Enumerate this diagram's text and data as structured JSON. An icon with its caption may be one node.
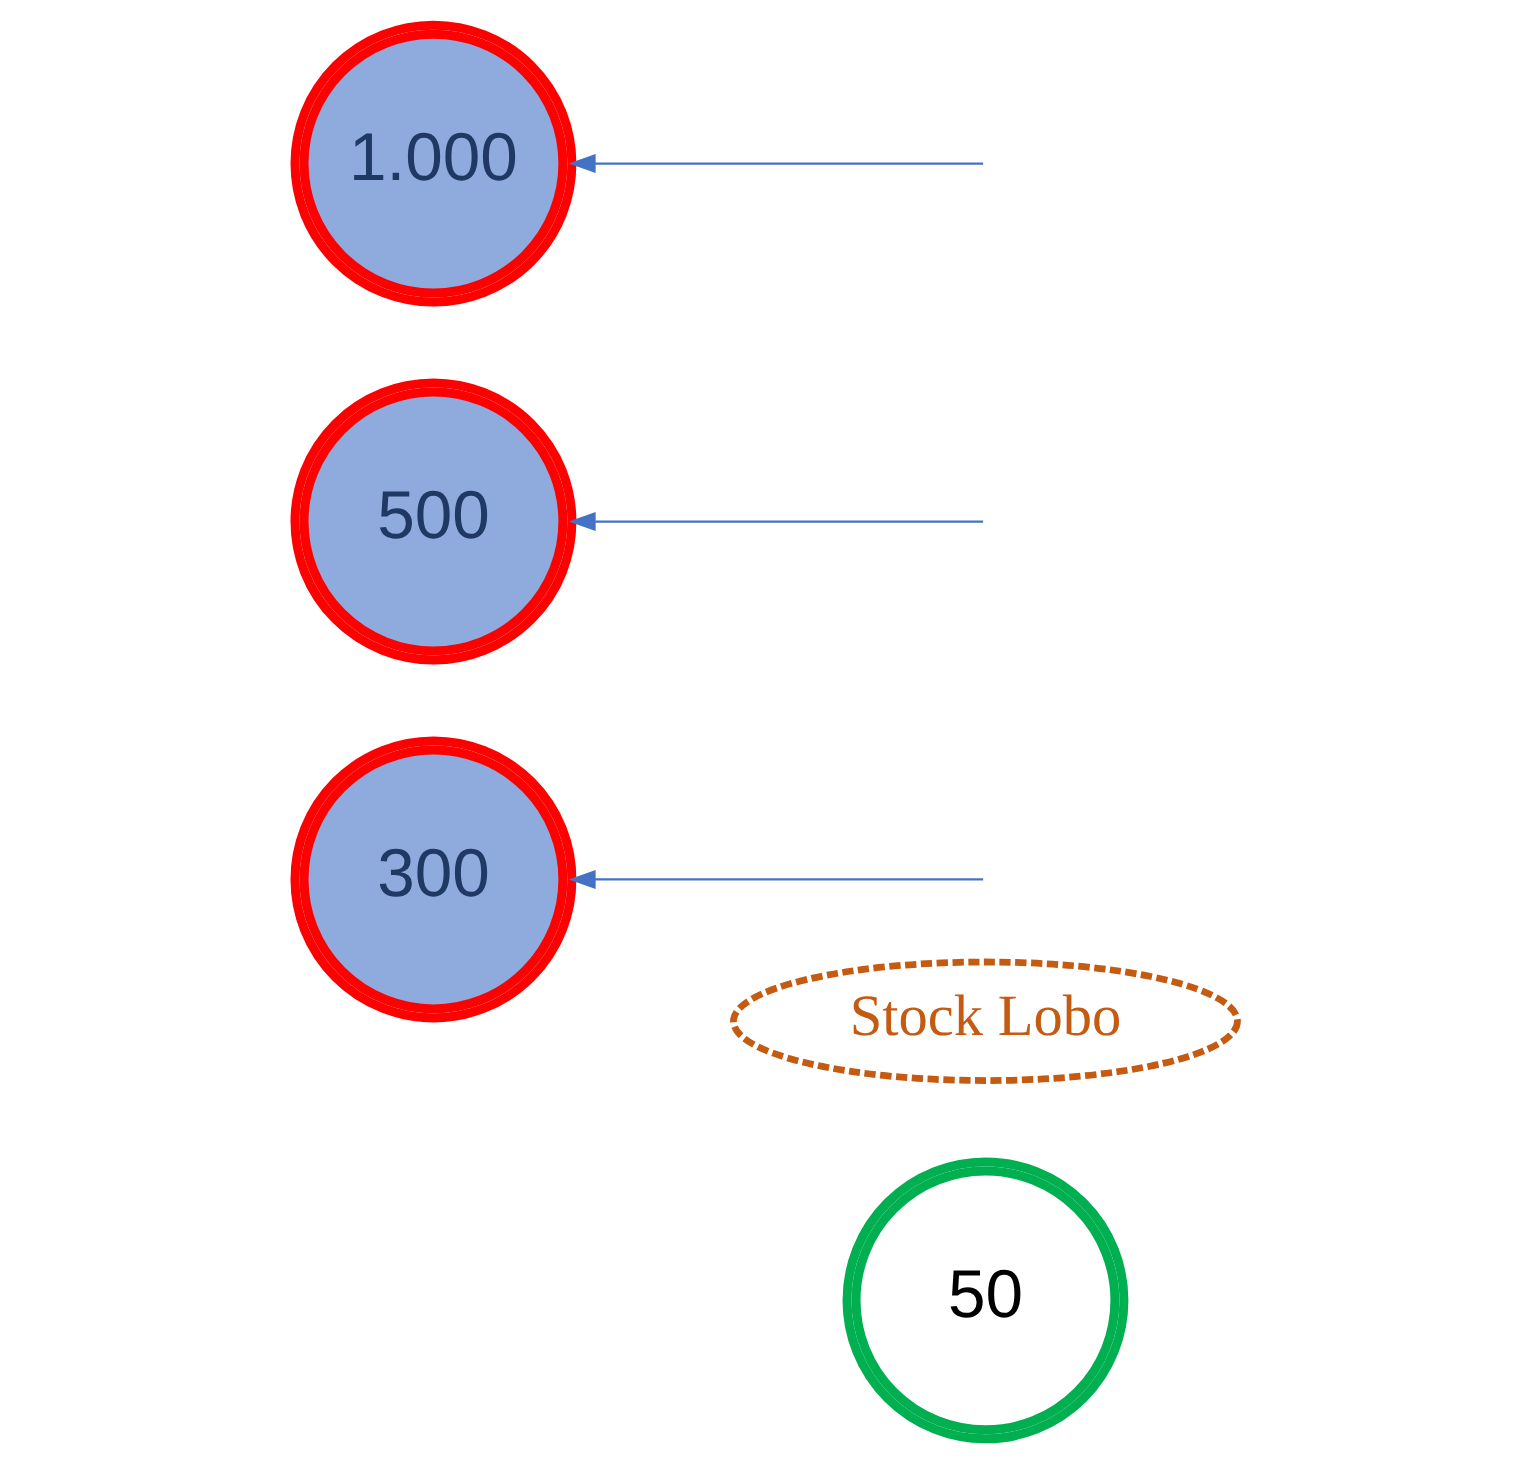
{
  "diagram": {
    "nodes": [
      {
        "text": [
          "50"
        ]
      },
      {
        "text": [
          "Stock Lobo"
        ]
      },
      {
        "text": [
          "300"
        ]
      },
      {
        "text": [
          "500"
        ]
      },
      {
        "text": [
          "1.000"
        ]
      }
    ],
    "edges": [
      {
        "from": null,
        "to": 2,
        "arrow": "to"
      },
      {
        "from": null,
        "to": 3,
        "arrow": "to"
      },
      {
        "from": null,
        "to": 4,
        "arrow": "to"
      }
    ]
  }
}
